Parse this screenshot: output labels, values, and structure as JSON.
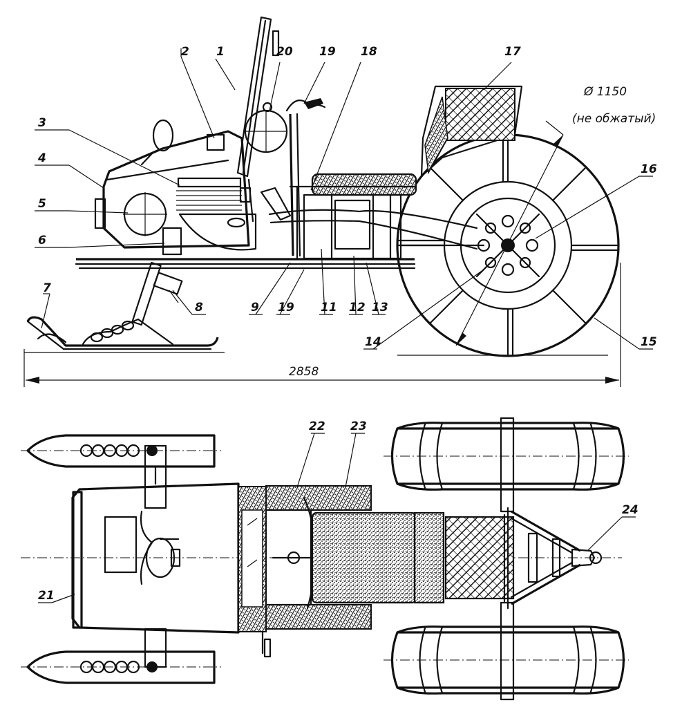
{
  "side_view_labels": [
    "1",
    "2",
    "20",
    "19",
    "18",
    "17",
    "3",
    "4",
    "5",
    "6",
    "7",
    "8",
    "9",
    "19",
    "11",
    "12",
    "13",
    "14",
    "15",
    "16"
  ],
  "plan_view_labels": [
    "22",
    "23",
    "24",
    "21"
  ],
  "dimensions": {
    "overall_length": "2858",
    "wheel_diameter": "Ø 1150",
    "wheel_note": "(не обжатый)"
  }
}
